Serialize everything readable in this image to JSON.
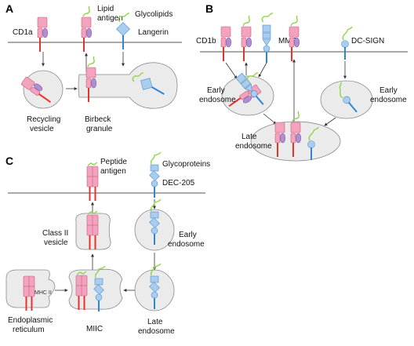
{
  "panels": {
    "a": {
      "letter": "A",
      "labels": {
        "cd1a": "CD1a",
        "lipid_antigen": "Lipid\nantigen",
        "glycolipids": "Glycolipids",
        "langerin": "Langerin",
        "recycling_vesicle": "Recycling\nvesicle",
        "birbeck_granule": "Birbeck\ngranule"
      }
    },
    "b": {
      "letter": "B",
      "labels": {
        "cd1b": "CD1b",
        "mmr": "MMR",
        "dc_sign": "DC-SIGN",
        "early_endosome_left": "Early\nendosome",
        "early_endosome_right": "Early\nendosome",
        "late_endosome": "Late\nendosome"
      }
    },
    "c": {
      "letter": "C",
      "labels": {
        "peptide_antigen": "Peptide\nantigen",
        "glycoproteins": "Glycoproteins",
        "dec205": "DEC-205",
        "class_ii_vesicle": "Class II\nvesicle",
        "early_endosome": "Early\nendosome",
        "mhc_ii": "MHC II",
        "endoplasmic_reticulum": "Endoplasmic\nreticulum",
        "miic": "MIIC",
        "late_endosome": "Late\nendosome"
      }
    }
  },
  "colors": {
    "cd1_pink": "#f4a3bf",
    "cd1_purple": "#b08fd0",
    "tail_red": "#e8322c",
    "receptor_blue": "#a8cdee",
    "stalk_blue": "#2c86d6",
    "lipid_green": "#8fd44c",
    "compartment": "#ebebeb"
  }
}
